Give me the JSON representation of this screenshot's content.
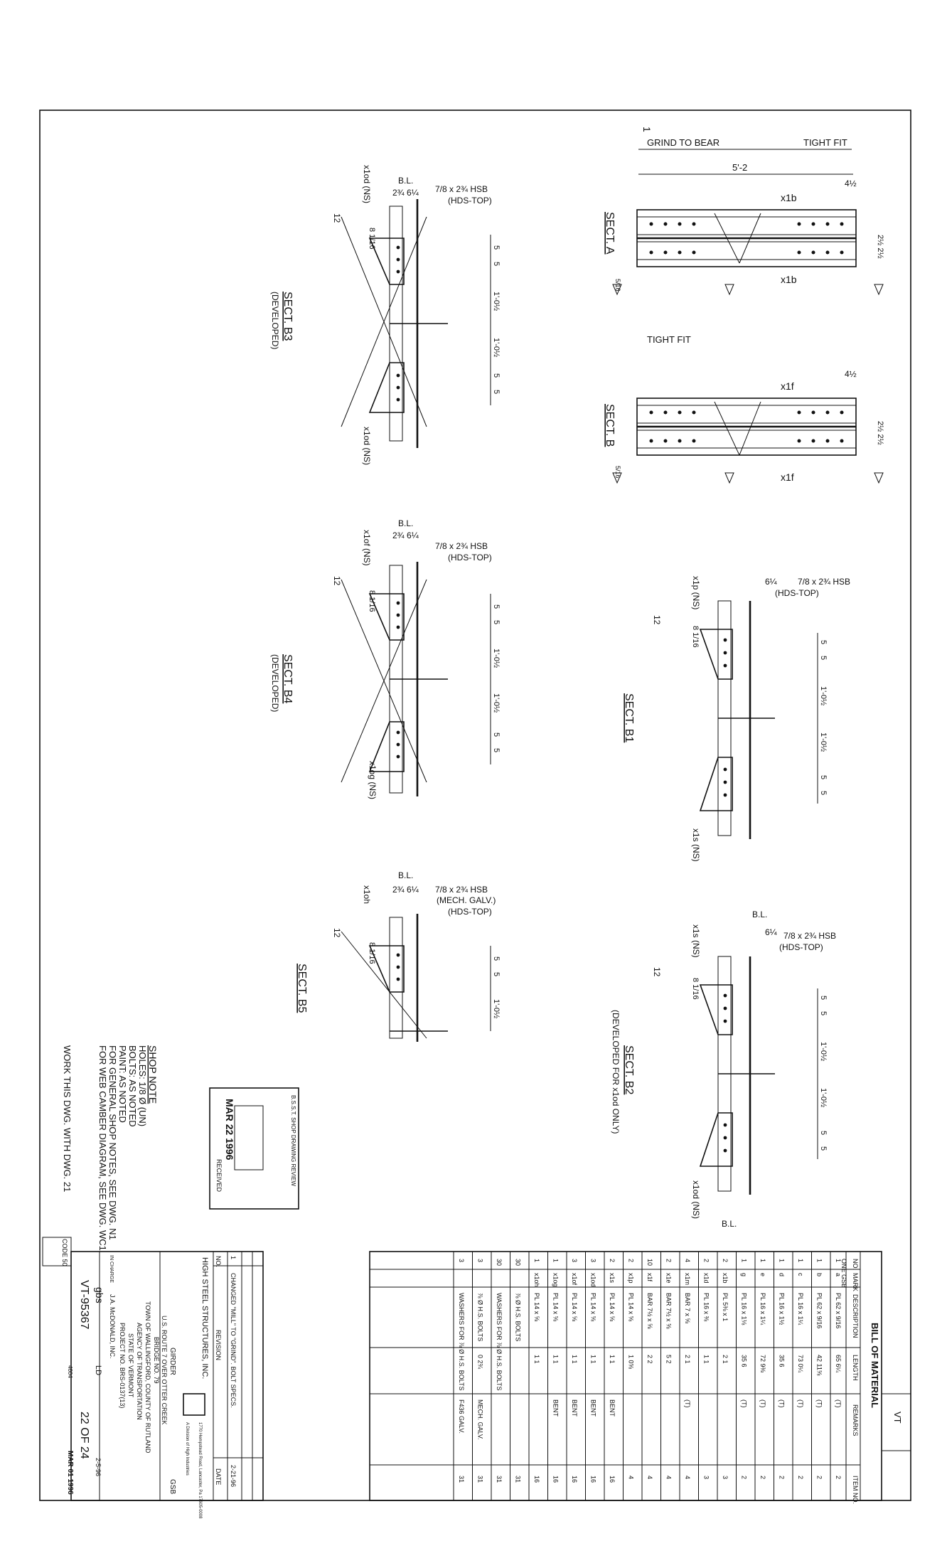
{
  "drawing": {
    "revision_flag": "1",
    "sect_a": {
      "title": "SECT. A",
      "grind": "GRIND TO BEAR",
      "tight": "TIGHT FIT",
      "length": "5'-2",
      "gap": "4½",
      "mark_top": "x1b",
      "mark_bot": "x1b",
      "spacing": "2½ 2½",
      "weld": "5/16"
    },
    "sect_b": {
      "title": "SECT. B",
      "tight": "TIGHT FIT",
      "gap": "4½",
      "mark_top": "x1f",
      "mark_bot": "x1f",
      "spacing": "2½ 2½",
      "weld": "5/16"
    },
    "sect_b3": {
      "title": "SECT. B3",
      "sub": "(DEVELOPED)",
      "bl": "B.L.",
      "dims": "2¾  6¼",
      "hsb": "7/8 x 2¾ HSB",
      "hds": "(HDS-TOP)",
      "mark1": "x1od (NS)",
      "mark2": "x1od (NS)",
      "slope": "12",
      "rise": "8 1/16",
      "spacing": [
        "5",
        "5",
        "1'-0½",
        "1'-0½",
        "5",
        "5"
      ]
    },
    "sect_b4": {
      "title": "SECT. B4",
      "sub": "(DEVELOPED)",
      "bl": "B.L.",
      "dims": "2¾  6¼",
      "hsb": "7/8 x 2¾ HSB",
      "hds": "(HDS-TOP)",
      "mark1": "x1of (NS)",
      "mark2": "x1og (NS)",
      "slope": "12",
      "rise": "8 1/16",
      "spacing": [
        "5",
        "5",
        "1'-0½",
        "1'-0½",
        "5",
        "5"
      ]
    },
    "sect_b5": {
      "title": "SECT. B5",
      "bl": "B.L.",
      "dims": "2¾  6¼",
      "hsb": "7/8 x 2¾ HSB",
      "galv": "(MECH. GALV.)",
      "hds": "(HDS-TOP)",
      "mark1": "x1oh",
      "slope": "12",
      "rise": "8 1/16",
      "spacing": [
        "5",
        "5",
        "1'-0½"
      ]
    },
    "sect_b1": {
      "title": "SECT. B1",
      "dims": "6¼",
      "hsb": "7/8 x 2¾ HSB",
      "hds": "(HDS-TOP)",
      "mark1": "x1p (NS)",
      "mark2": "x1s (NS)",
      "slope": "12",
      "rise": "8 1/16",
      "spacing": [
        "5",
        "5",
        "1'-0½",
        "1'-0½",
        "5",
        "5"
      ]
    },
    "sect_b2": {
      "title": "SECT. B2",
      "sub": "(DEVELOPED FOR x1od ONLY)",
      "bl": "B.L.",
      "bl2": "B.L.",
      "dims": "6¼",
      "hsb": "7/8 x 2¾ HSB",
      "hds": "(HDS-TOP)",
      "mark1": "x1s (NS)",
      "mark2": "x1od (NS)",
      "slope": "12",
      "rise": "8 1/16",
      "spacing": [
        "5",
        "5",
        "1'-0½",
        "1'-0½",
        "5",
        "5"
      ]
    },
    "shop_note": {
      "title": "SHOP NOTE",
      "lines": [
        "HOLES: 1/8 Ø (UN)",
        "BOLTS: AS NOTED",
        "PAINT: AS NOTED",
        "FOR GENERAL SHOP NOTES, SEE DWG. N1",
        "FOR WEB CAMBER DIAGRAM, SEE DWG. WC1"
      ],
      "work": "WORK THIS DWG. WITH DWG. 21"
    },
    "stamp": {
      "title": "B.S.S.T. SHOP DRAWING REVIEW",
      "date": "MAR 22 1996",
      "sig": "RECEIVED"
    }
  },
  "bill": {
    "title": "BILL OF MATERIAL",
    "state": "VT",
    "headers": [
      "NO.",
      "MARK",
      "DESCRIPTION",
      "LENGTH",
      "REMARKS",
      "ITEM NO."
    ],
    "one_gsb": "ONE GSB",
    "rows": [
      [
        "1",
        "a",
        "PL 62 x 9/16",
        "65 6¼",
        "(T)",
        "2"
      ],
      [
        "1",
        "b",
        "PL 62 x 9/16",
        "42 11⅝",
        "(T)",
        "2"
      ],
      [
        "1",
        "c",
        "PL 16 x 1¼",
        "73 0¼",
        "(T)",
        "2"
      ],
      [
        "1",
        "d",
        "PL 16 x 1½",
        "35 6",
        "(T)",
        "2"
      ],
      [
        "1",
        "e",
        "PL 16 x 1¼",
        "72 9⅜",
        "(T)",
        "2"
      ],
      [
        "1",
        "g",
        "PL 16 x 1⅛",
        "35 6",
        "(T)",
        "2"
      ],
      [
        "2",
        "x1b",
        "PL 5⅜ x 1",
        "2 1",
        "",
        "3"
      ],
      [
        "2",
        "x1d",
        "PL 16 x ⅜",
        "1 1",
        "",
        "3"
      ],
      [
        "4",
        "x1m",
        "BAR 7 x ⅝",
        "2 1",
        "(T)",
        "4"
      ],
      [
        "2",
        "x1e",
        "BAR 7½ x ⅝",
        "5 2",
        "",
        "4"
      ],
      [
        "10",
        "x1f",
        "BAR 7½ x ⅝",
        "2 2",
        "",
        "4"
      ],
      [
        "2",
        "x1p",
        "PL 14 x ⅝",
        "1 0⅝",
        "",
        "4"
      ],
      [
        "2",
        "x1s",
        "PL 14 x ⅝",
        "1 1",
        "BENT",
        "16"
      ],
      [
        "3",
        "x1od",
        "PL 14 x ⅝",
        "1 1",
        "BENT",
        "16"
      ],
      [
        "3",
        "x1of",
        "PL 14 x ⅝",
        "1 1",
        "BENT",
        "16"
      ],
      [
        "1",
        "x1og",
        "PL 14 x ⅝",
        "1 1",
        "BENT",
        "16"
      ],
      [
        "1",
        "x1oh",
        "PL 14 x ⅝",
        "1 1",
        "",
        "16"
      ],
      [
        "30",
        "",
        "⅞ Ø H.S. BOLTS",
        "",
        "",
        "31"
      ],
      [
        "30",
        "",
        "WASHERS FOR ⅞ Ø H.S. BOLTS",
        "",
        "",
        "31"
      ],
      [
        "3",
        "",
        "⅞ Ø H.S. BOLTS",
        "0 2¾",
        "MECH. GALV.",
        "31"
      ],
      [
        "3",
        "",
        "WASHERS FOR ⅞ Ø H.S. BOLTS",
        "",
        "F436 GALV.",
        "31"
      ]
    ]
  },
  "title_block": {
    "rev_header": [
      "NO.",
      "REVISION",
      "DATE"
    ],
    "rev_row": [
      "1",
      "CHANGED \"MILL\" TO \"GRIND\". BOLT SPECS.",
      "2-21-96"
    ],
    "company": "HIGH STEEL STRUCTURES, INC.",
    "address": "1770 Hempstead Road, Lancaster, Pa 17605-0008",
    "subsidiary": "A Division of High Industries",
    "item": "GIRDER",
    "mark": "GSB",
    "route": "U.S. ROUTE 7 OVER OTTER CREEK",
    "bridge": "BRIDGE NO. 79",
    "town": "TOWN OF WALLINGFORD, COUNTY OF RUTLAND",
    "agency": "AGENCY OF TRANSPORTATION",
    "state_line": "STATE OF VERMONT",
    "project": "PROJECT NO. BRS-0137(13)",
    "incharge_label": "IN CHARGE",
    "incharge": "J.A. McDONALD, INC.",
    "drawn": "gbs",
    "checked": "LD",
    "date": "2-5-96",
    "contract": "VT-95367",
    "sheet": "22 OF 24",
    "code": "CODE 50",
    "recv": "MAR 01 1996",
    "form": "4604"
  }
}
